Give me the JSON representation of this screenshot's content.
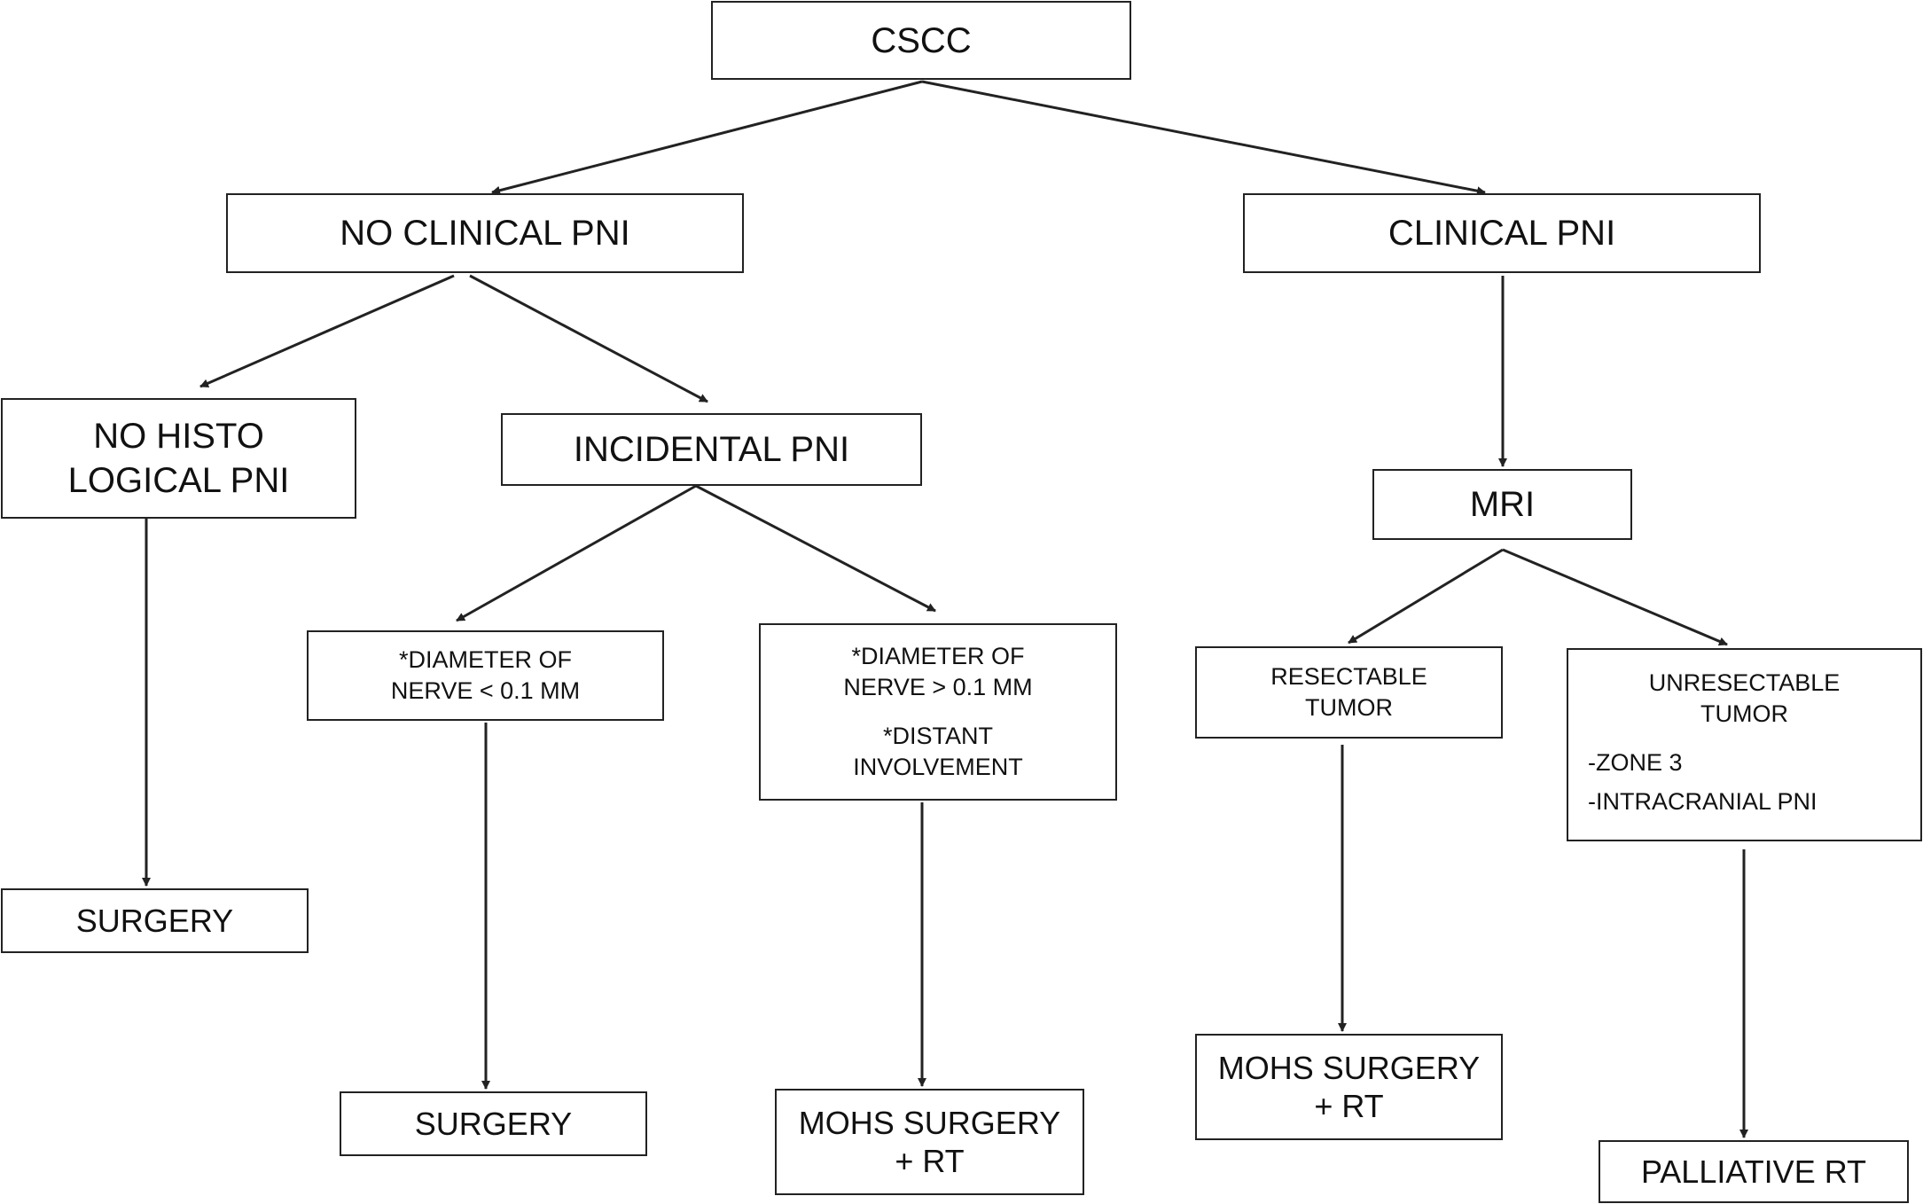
{
  "nodes": {
    "cscc": "CSCC",
    "no_clinical_pni": "NO CLINICAL PNI",
    "clinical_pni": "CLINICAL PNI",
    "no_histological_pni": [
      "NO HISTO",
      "LOGICAL PNI"
    ],
    "incidental_pni": "INCIDENTAL PNI",
    "mri": "MRI",
    "diameter_small": [
      "*DIAMETER OF",
      "NERVE < 0.1 MM"
    ],
    "diameter_large": [
      "*DIAMETER OF",
      "NERVE > 0.1 MM"
    ],
    "distant_involvement": [
      "*DISTANT",
      "INVOLVEMENT"
    ],
    "resectable_tumor": [
      "RESECTABLE",
      "TUMOR"
    ],
    "unresectable_tumor": [
      "UNRESECTABLE",
      "TUMOR"
    ],
    "unresectable_criteria": [
      "-ZONE 3",
      "-INTRACRANIAL PNI"
    ],
    "surgery_left": "SURGERY",
    "surgery_mid": "SURGERY",
    "mohs_rt_mid": [
      "MOHS SURGERY",
      "+ RT"
    ],
    "mohs_rt_right": [
      "MOHS SURGERY",
      "+ RT"
    ],
    "palliative_rt": "PALLIATIVE RT"
  },
  "edges": [
    {
      "from": "cscc",
      "to": "no_clinical_pni"
    },
    {
      "from": "cscc",
      "to": "clinical_pni"
    },
    {
      "from": "no_clinical_pni",
      "to": "no_histological_pni"
    },
    {
      "from": "no_clinical_pni",
      "to": "incidental_pni"
    },
    {
      "from": "clinical_pni",
      "to": "mri"
    },
    {
      "from": "no_histological_pni",
      "to": "surgery_left"
    },
    {
      "from": "incidental_pni",
      "to": "diameter_small"
    },
    {
      "from": "incidental_pni",
      "to": "diameter_large"
    },
    {
      "from": "mri",
      "to": "resectable_tumor"
    },
    {
      "from": "mri",
      "to": "unresectable_tumor"
    },
    {
      "from": "diameter_small",
      "to": "surgery_mid"
    },
    {
      "from": "diameter_large",
      "to": "mohs_rt_mid"
    },
    {
      "from": "resectable_tumor",
      "to": "mohs_rt_right"
    },
    {
      "from": "unresectable_tumor",
      "to": "palliative_rt"
    }
  ]
}
